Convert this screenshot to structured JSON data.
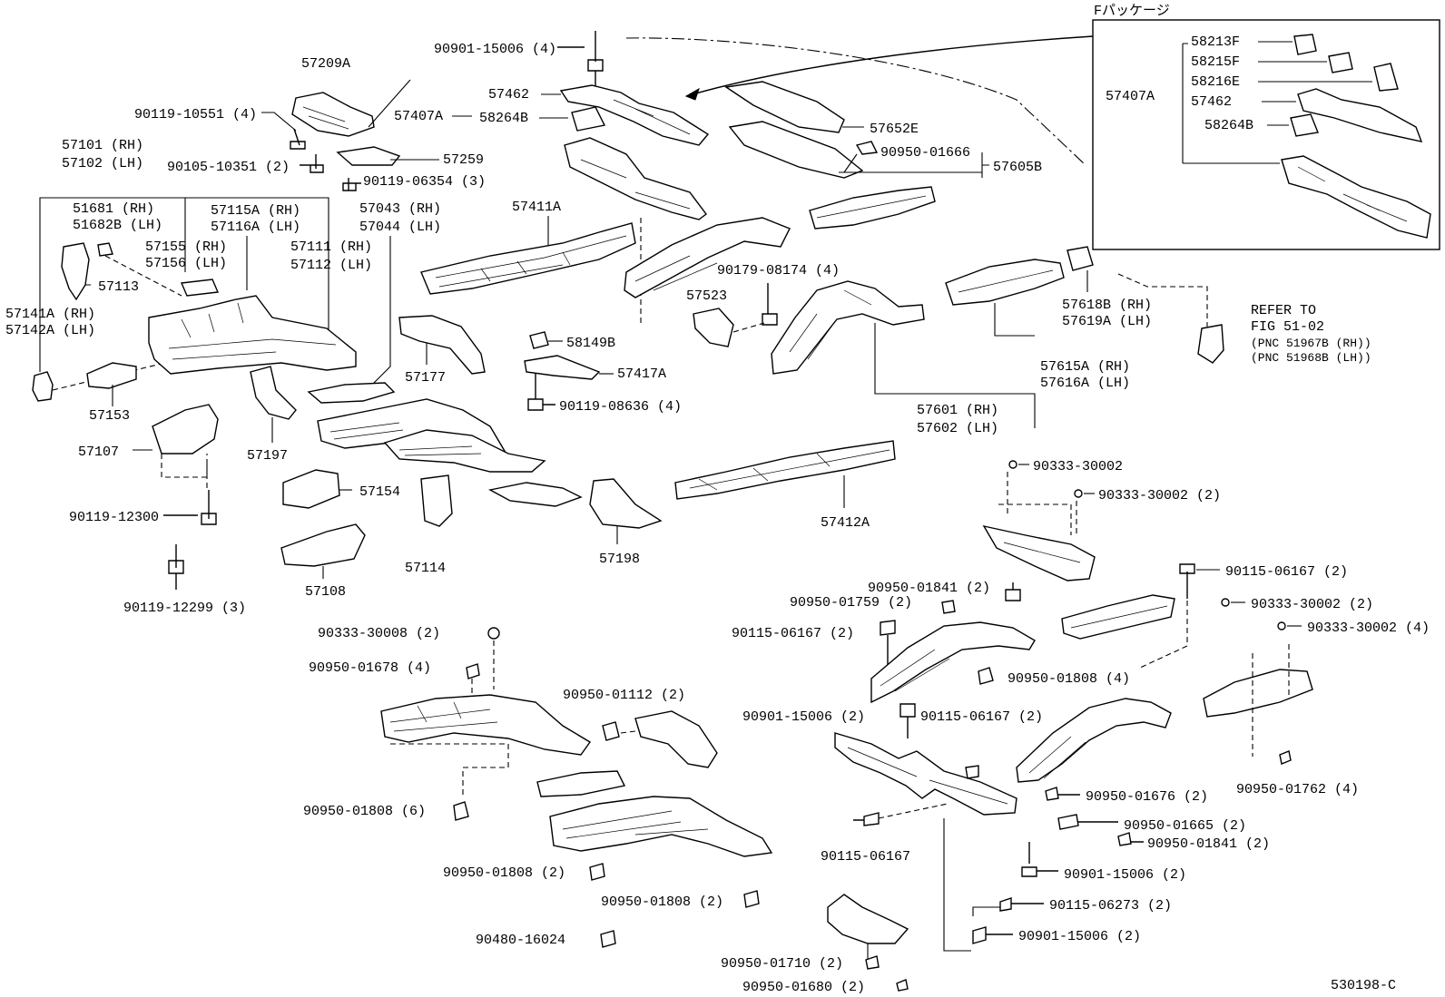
{
  "diagram_id": "530198-C",
  "package_box": {
    "title": "Fパッケージ",
    "group_label": "57407A",
    "items": [
      "58213F",
      "58215F",
      "58216E",
      "57462",
      "58264B"
    ]
  },
  "refer": {
    "line1": "REFER TO",
    "line2": "FIG 51-02",
    "line3": "(PNC 51967B (RH))",
    "line4": "(PNC 51968B (LH))"
  },
  "labels": {
    "l57209A": "57209A",
    "l90119_10551": "90119-10551 (4)",
    "l57407A": "57407A",
    "l57259": "57259",
    "l90105_10351": "90105-10351 (2)",
    "l90119_06354": "90119-06354 (3)",
    "l57101": "57101 (RH)",
    "l57102": "57102 (LH)",
    "l51681": "51681  (RH)",
    "l51682B": "51682B (LH)",
    "l57115A": "57115A (RH)",
    "l57116A": "57116A (LH)",
    "l57155": "57155 (RH)",
    "l57156": "57156 (LH)",
    "l57111": "57111 (RH)",
    "l57112": "57112 (LH)",
    "l57043": "57043 (RH)",
    "l57044": "57044 (LH)",
    "l57113": "57113",
    "l57141A": "57141A (RH)",
    "l57142A": "57142A (LH)",
    "l57153": "57153",
    "l57107": "57107",
    "l57197": "57197",
    "l57177": "57177",
    "l57154": "57154",
    "l90119_12300": "90119-12300",
    "l57108": "57108",
    "l57114": "57114",
    "l57198": "57198",
    "l90119_12299": "90119-12299 (3)",
    "l90901_15006_top": "90901-15006 (4)",
    "l57462": "57462",
    "l58264B": "58264B",
    "l57411A": "57411A",
    "l58149B": "58149B",
    "l57417A": "57417A",
    "l90119_08636": "90119-08636 (4)",
    "l57652E": "57652E",
    "l90950_01666": "90950-01666",
    "l57605B": "57605B",
    "l90179_08174": "90179-08174 (4)",
    "l57523": "57523",
    "l57618B": "57618B (RH)",
    "l57619A": "57619A (LH)",
    "l57615A": "57615A (RH)",
    "l57616A": "57616A (LH)",
    "l57601": "57601 (RH)",
    "l57602": "57602 (LH)",
    "l57412A": "57412A",
    "l90333_30002_a": "90333-30002",
    "l90333_30002_b": "90333-30002 (2)",
    "l90950_01841_a": "90950-01841 (2)",
    "l90115_06167_a": "90115-06167 (2)",
    "l90950_01759": "90950-01759 (2)",
    "l90333_30002_c": "90333-30002 (2)",
    "l90115_06167_b": "90115-06167 (2)",
    "l90333_30002_d": "90333-30002 (4)",
    "l90950_01808_4": "90950-01808 (4)",
    "l90333_30008": "90333-30008 (2)",
    "l90950_01678": "90950-01678 (4)",
    "l90950_01112": "90950-01112 (2)",
    "l90901_15006_b": "90901-15006 (2)",
    "l90115_06167_c": "90115-06167 (2)",
    "l90950_01762": "90950-01762 (4)",
    "l90950_01676": "90950-01676 (2)",
    "l90950_01665": "90950-01665 (2)",
    "l90950_01808_6": "90950-01808 (6)",
    "l90115_06167_d": "90115-06167",
    "l90950_01841_b": "90950-01841 (2)",
    "l90901_15006_c": "90901-15006 (2)",
    "l90950_01808_2a": "90950-01808 (2)",
    "l90115_06273": "90115-06273 (2)",
    "l90950_01808_2b": "90950-01808 (2)",
    "l90901_15006_d": "90901-15006 (2)",
    "l90480_16024": "90480-16024",
    "l90950_01710": "90950-01710 (2)",
    "l90950_01680": "90950-01680 (2)"
  }
}
